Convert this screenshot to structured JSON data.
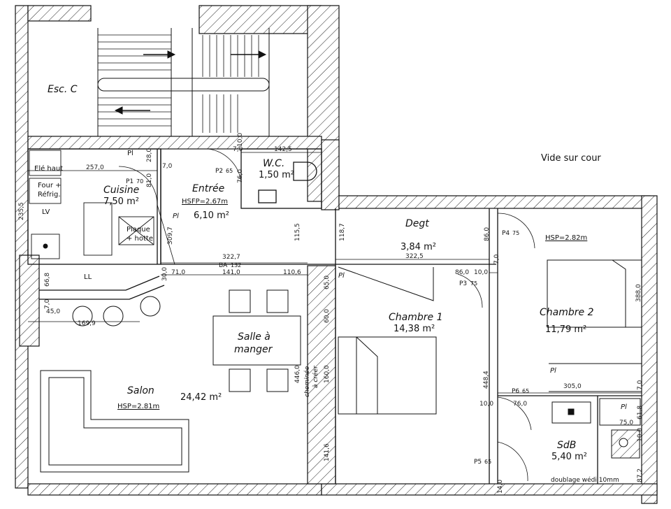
{
  "rooms": {
    "esc": "Esc. C",
    "vide": "Vide sur cour",
    "cuisine": {
      "name": "Cuisine",
      "area": "7,50 m²"
    },
    "entree": {
      "name": "Entrée",
      "hsfp": "HSFP=2.67m",
      "area": "6,10 m²"
    },
    "wc": {
      "name": "W.C.",
      "area": "1,50 m²"
    },
    "degt": {
      "name": "Degt",
      "area": "3,84 m²"
    },
    "chambre1": {
      "name": "Chambre 1",
      "area": "14,38 m²"
    },
    "chambre2": {
      "name": "Chambre 2",
      "hsp": "HSP=2.82m",
      "area": "11,79 m²"
    },
    "salle": {
      "line1": "Salle à",
      "line2": "manger"
    },
    "salon": {
      "name": "Salon",
      "hsp": "HSP=2.81m",
      "area": "24,42 m²"
    },
    "sdb": {
      "name": "SdB",
      "area": "5,40 m²"
    }
  },
  "fixtures": {
    "four": "Four +",
    "refrig": "Réfrig.",
    "lv": "LV",
    "ll": "LL",
    "plaque": "Plaque",
    "hotte": "+ hotte",
    "ele_haut": "Elé haut",
    "pl1": "Pl",
    "pl2": "Pl",
    "pl3": "Pl",
    "pl4": "Pl",
    "pl5": "Pl",
    "cheminee": "cheminée",
    "a_creer": "à créer",
    "ba": "BA",
    "ba_num": "132",
    "doublage": "doublage wédi 10mm"
  },
  "doors": {
    "p1": "P1",
    "p1n": "70",
    "p2": "P2",
    "p2n": "65",
    "p3": "P3",
    "p3n": "75",
    "p4": "P4",
    "p4n": "75",
    "p5": "P5",
    "p5n": "65",
    "p6": "P6",
    "p6n": "65"
  },
  "dims": {
    "d257": "257,0",
    "d2355": "235,5",
    "d142": "142,5",
    "d10a": "10,0",
    "d7a": "7,0",
    "d76a": "76,0",
    "d28": "28,0",
    "d7b": "7,0",
    "d81": "81,0",
    "d3097": "309,7",
    "d3227": "322,7",
    "d3225": "322,5",
    "d1155": "115,5",
    "d1187": "118,7",
    "d86a": "86,0",
    "d86b": "86,0",
    "d10b": "10,0",
    "d7c": "7,0",
    "d711": "71,0",
    "d141": "141,0",
    "d1106": "110,6",
    "d300": "30,0",
    "d668": "66,8",
    "d70": "7,0",
    "d450": "45,0",
    "d1699": "169,9",
    "d650": "65,0",
    "d600": "60,0",
    "d4460": "446,0",
    "d1600": "160,0",
    "d1416": "141,6",
    "d3880": "388,0",
    "d4484": "448,4",
    "d3050": "305,0",
    "d70b": "7,0",
    "d100c": "10,0",
    "d760": "76,0",
    "d618": "61,8",
    "d750": "75,0",
    "d100d": "10,0",
    "d140": "14,0",
    "d872": "87,2"
  }
}
